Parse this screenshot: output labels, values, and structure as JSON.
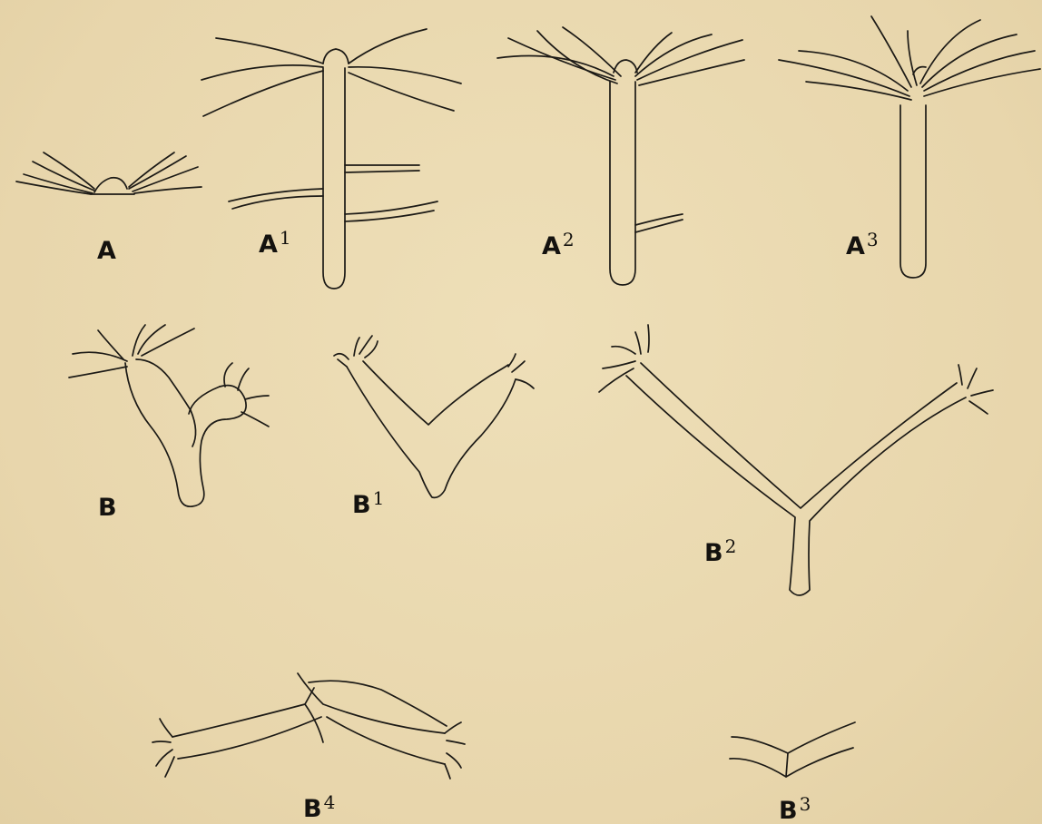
{
  "figures": [
    {
      "key": "a",
      "letter": "A",
      "sup": ""
    },
    {
      "key": "a1",
      "letter": "A",
      "sup": "1"
    },
    {
      "key": "a2",
      "letter": "A",
      "sup": "2"
    },
    {
      "key": "a3",
      "letter": "A",
      "sup": "3"
    },
    {
      "key": "b",
      "letter": "B",
      "sup": ""
    },
    {
      "key": "b1",
      "letter": "B",
      "sup": "1"
    },
    {
      "key": "b2",
      "letter": "B",
      "sup": "2"
    },
    {
      "key": "b3",
      "letter": "B",
      "sup": "3"
    },
    {
      "key": "b4",
      "letter": "B",
      "sup": "4"
    }
  ],
  "colors": {
    "paper": "#ead9b0",
    "ink": "#1c1a16"
  }
}
